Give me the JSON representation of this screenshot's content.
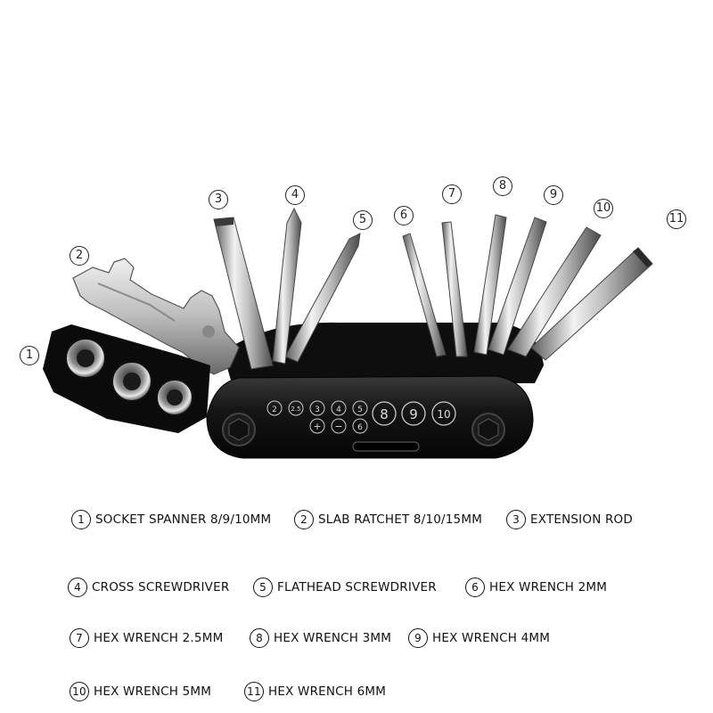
{
  "callouts": [
    {
      "num": "1"
    },
    {
      "num": "2"
    },
    {
      "num": "3"
    },
    {
      "num": "4"
    },
    {
      "num": "5"
    },
    {
      "num": "6"
    },
    {
      "num": "7"
    },
    {
      "num": "8"
    },
    {
      "num": "9"
    },
    {
      "num": "10"
    },
    {
      "num": "11"
    }
  ],
  "body_labels": [
    "2",
    "2.5",
    "3",
    "4",
    "5",
    "8",
    "9",
    "10",
    "+",
    "−",
    "6"
  ],
  "legend": [
    {
      "num": "1",
      "text": "SOCKET SPANNER 8/9/10MM"
    },
    {
      "num": "2",
      "text": "SLAB RATCHET 8/10/15MM"
    },
    {
      "num": "3",
      "text": "EXTENSION ROD"
    },
    {
      "num": "4",
      "text": "CROSS SCREWDRIVER"
    },
    {
      "num": "5",
      "text": "FLATHEAD SCREWDRIVER"
    },
    {
      "num": "6",
      "text": "HEX WRENCH 2MM"
    },
    {
      "num": "7",
      "text": "HEX WRENCH 2.5MM"
    },
    {
      "num": "8",
      "text": "HEX WRENCH 3MM"
    },
    {
      "num": "9",
      "text": "HEX WRENCH 4MM"
    },
    {
      "num": "10",
      "text": "HEX WRENCH 5MM"
    },
    {
      "num": "11",
      "text": "HEX WRENCH 6MM"
    }
  ],
  "colors": {
    "body": "#1a1a1a",
    "metal_light": "#e6e6e6",
    "metal_dark": "#6e6e6e",
    "text": "#111111"
  }
}
